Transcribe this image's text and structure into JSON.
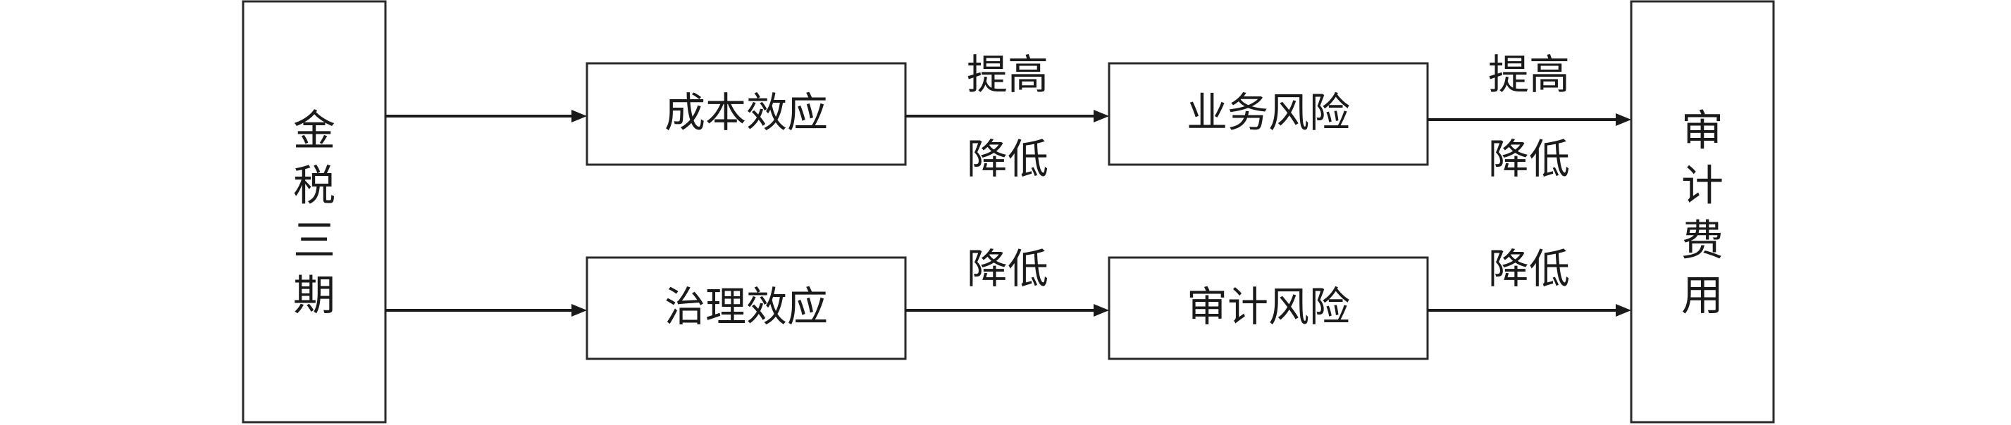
{
  "left_box": {
    "chars": [
      "金",
      "税",
      "三",
      "期"
    ]
  },
  "right_box": {
    "chars": [
      "审",
      "计",
      "费",
      "用"
    ]
  },
  "boxes": {
    "cost_effect": "成本效应",
    "governance_effect": "治理效应",
    "business_risk": "业务风险",
    "audit_risk": "审计风险"
  },
  "edge_labels": {
    "top_mid_up": "提高",
    "top_mid_down": "降低",
    "top_right_up": "提高",
    "top_right_down": "降低",
    "bottom_mid": "降低",
    "bottom_right": "降低"
  }
}
